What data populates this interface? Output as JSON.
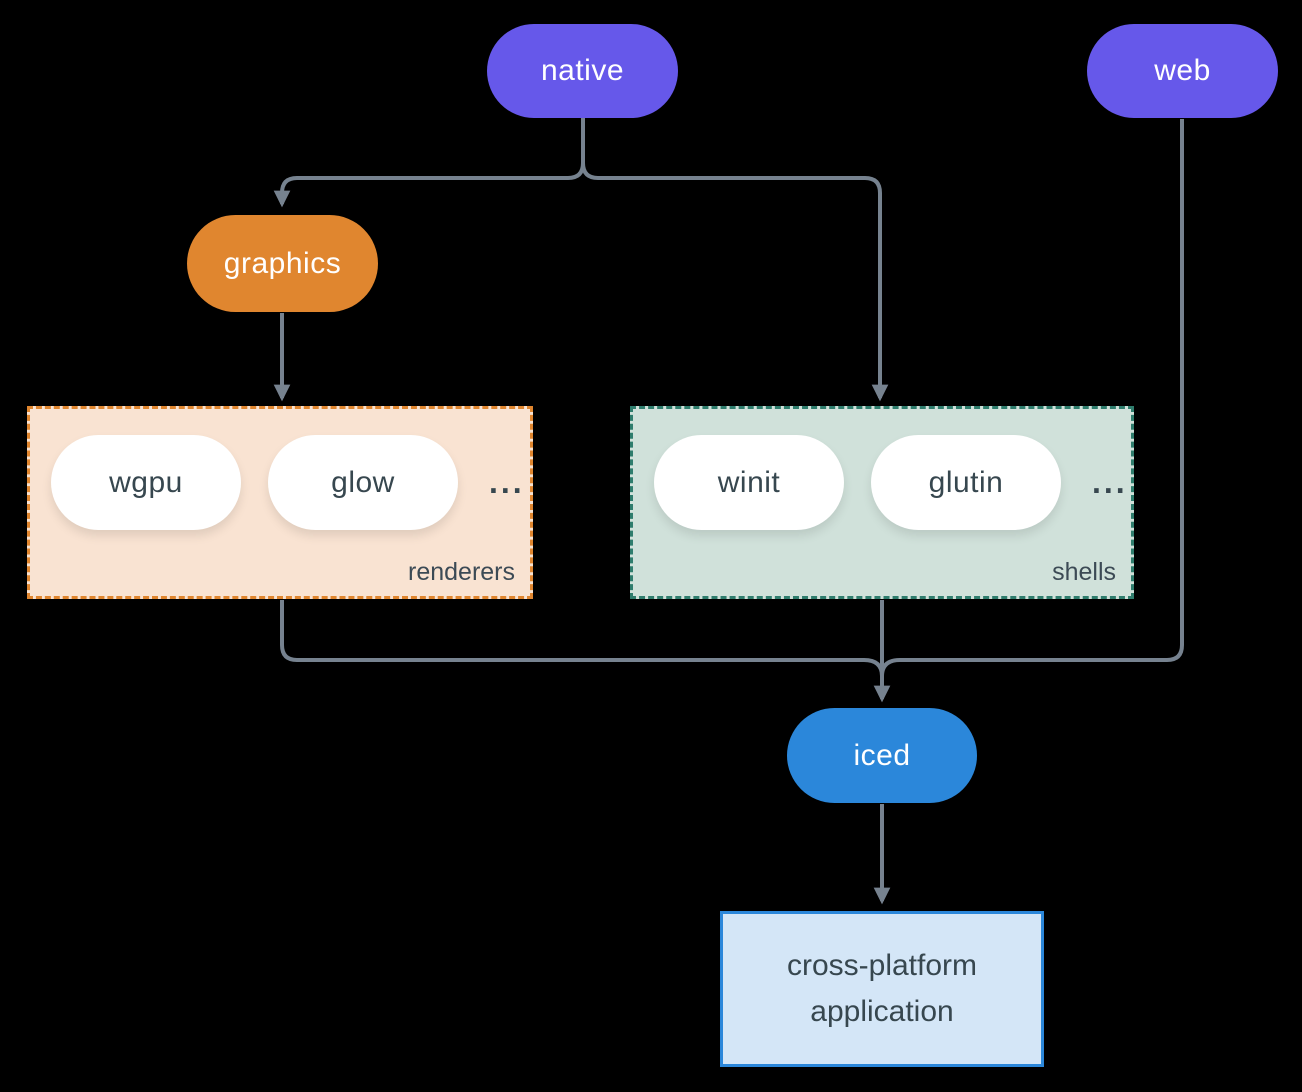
{
  "diagram": {
    "nodes": {
      "native": {
        "label": "native"
      },
      "web": {
        "label": "web"
      },
      "graphics": {
        "label": "graphics"
      },
      "iced": {
        "label": "iced"
      },
      "app": {
        "label": "cross-platform application"
      }
    },
    "groups": {
      "renderers": {
        "label": "renderers",
        "items": [
          {
            "label": "wgpu"
          },
          {
            "label": "glow"
          }
        ],
        "more": "..."
      },
      "shells": {
        "label": "shells",
        "items": [
          {
            "label": "winit"
          },
          {
            "label": "glutin"
          }
        ],
        "more": "..."
      }
    }
  },
  "colors": {
    "purple": "#6658EA",
    "orange": "#E0862F",
    "blue": "#2B87DA",
    "peach-bg": "#F9E3D2",
    "teal-bg": "#D0E1DA",
    "teal-border": "#2F7D6D",
    "lightblue-bg": "#D4E6F7",
    "line": "#76828F",
    "dark-text": "#37474F"
  }
}
